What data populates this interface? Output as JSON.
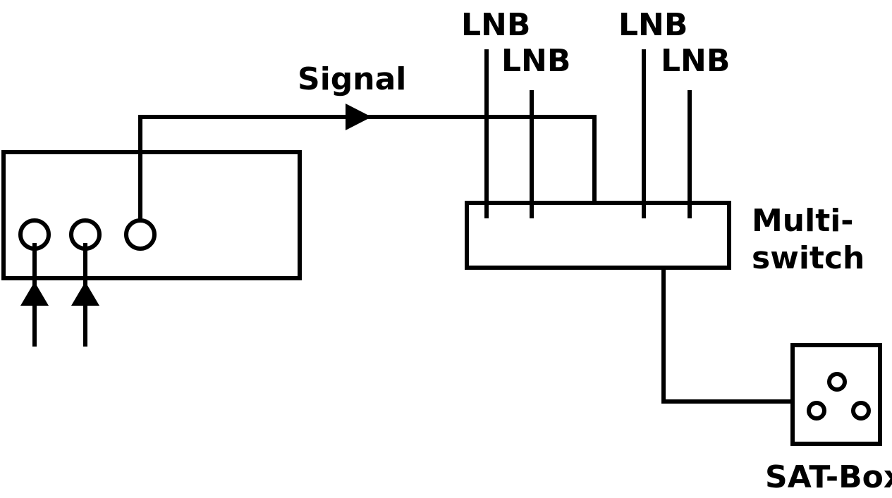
{
  "labels": {
    "signal": "Signal",
    "lnb_1": "LNB",
    "lnb_2": "LNB",
    "lnb_3": "LNB",
    "lnb_4": "LNB",
    "multiswitch_line1": "Multi-",
    "multiswitch_line2": "switch",
    "satbox": "SAT-Box"
  },
  "colors": {
    "line": "#000000",
    "background": "#ffffff"
  }
}
